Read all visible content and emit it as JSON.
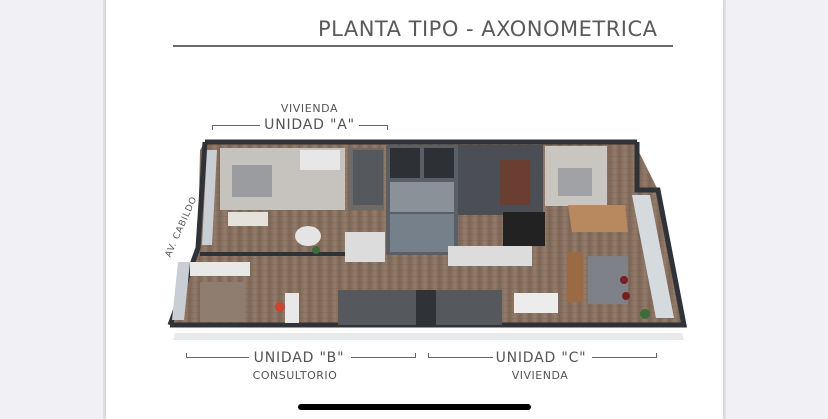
{
  "document": {
    "title": "PLANTA TIPO - AXONOMETRICA",
    "street_label": "AV. CABILDO"
  },
  "units": {
    "a": {
      "label": "UNIDAD \"A\"",
      "type": "VIVIENDA"
    },
    "b": {
      "label": "UNIDAD \"B\"",
      "type": "CONSULTORIO"
    },
    "c": {
      "label": "UNIDAD \"C\"",
      "type": "VIVIENDA"
    }
  },
  "image": {
    "description": "3D axonometric floor plan render showing three units, elevators, stairs and bathrooms"
  },
  "colors": {
    "page_bg": "#ffffff",
    "outer_bg": "#f1f0f5",
    "text": "#555555",
    "wall": "#3a3d42",
    "floor_wood": "#8a7260",
    "home_indicator": "#000000"
  }
}
